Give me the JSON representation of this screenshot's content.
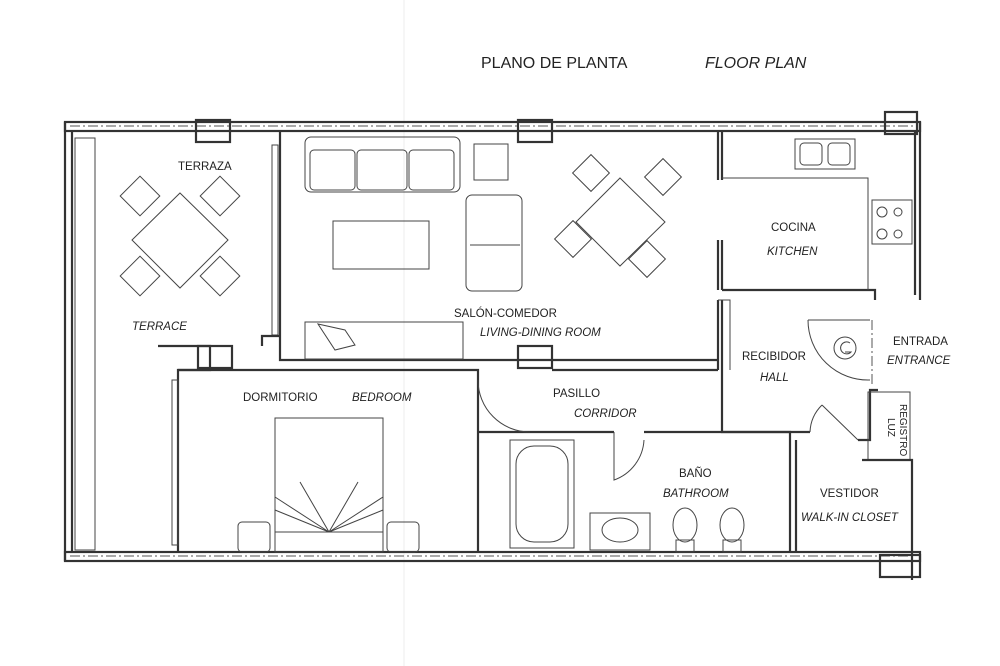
{
  "header": {
    "title_es": "PLANO DE PLANTA",
    "title_en": "FLOOR PLAN"
  },
  "rooms": {
    "terrace": {
      "es": "TERRAZA",
      "en": "TERRACE"
    },
    "living": {
      "es": "SALÓN-COMEDOR",
      "en": "LIVING-DINING ROOM"
    },
    "kitchen": {
      "es": "COCINA",
      "en": "KITCHEN"
    },
    "bedroom": {
      "es": "DORMITORIO",
      "en": "BEDROOM"
    },
    "corridor": {
      "es": "PASILLO",
      "en": "CORRIDOR"
    },
    "bathroom": {
      "es": "BAÑO",
      "en": "BATHROOM"
    },
    "hall": {
      "es": "RECIBIDOR",
      "en": "HALL"
    },
    "entrance": {
      "es": "ENTRADA",
      "en": "ENTRANCE"
    },
    "closet": {
      "es": "VESTIDOR",
      "en": "WALK-IN CLOSET"
    },
    "meter": {
      "line1": "REGISTRO",
      "line2": "LUZ"
    }
  },
  "colors": {
    "line": "#333333",
    "background": "#ffffff"
  }
}
